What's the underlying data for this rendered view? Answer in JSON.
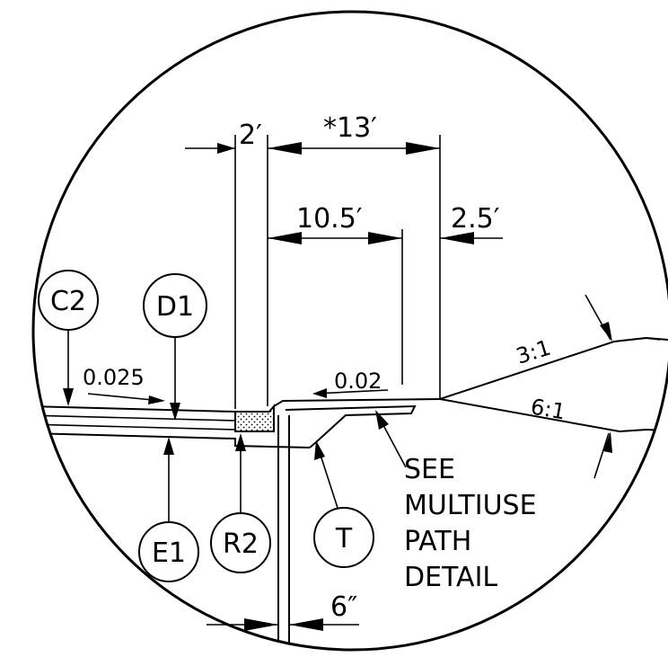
{
  "colors": {
    "line": "#000000",
    "background": "#ffffff",
    "curb_fill": "#d9d9d9"
  },
  "dimensions": {
    "curb_width": "2′",
    "path_total": "*13′",
    "path_paved": "10.5′",
    "path_shoulder": "2.5′",
    "post_width": "6″"
  },
  "slopes": {
    "road": "0.025",
    "path": "0.02",
    "upper_side": "3:1",
    "lower_side": "6:1"
  },
  "callouts": {
    "c2": "C2",
    "d1": "D1",
    "e1": "E1",
    "r2": "R2",
    "t": "T"
  },
  "note": {
    "line1": "SEE",
    "line2": "MULTIUSE",
    "line3": "PATH",
    "line4": "DETAIL"
  }
}
